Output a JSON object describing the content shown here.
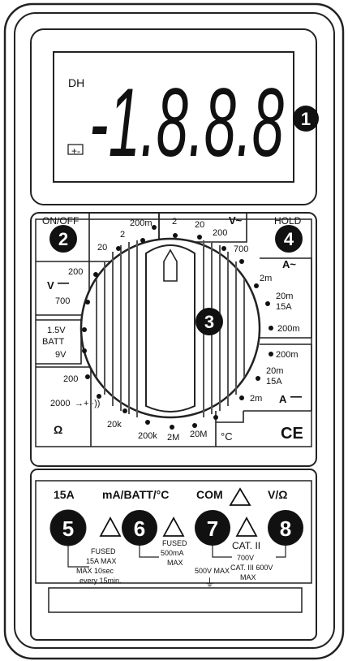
{
  "display": {
    "dh": "DH",
    "digits": "-1.8.8.8",
    "battery_symbol": "+-",
    "callout": "1"
  },
  "top_labels": {
    "on_off": "ON/OFF",
    "hold": "HOLD"
  },
  "callouts": {
    "power": "2",
    "dial": "3",
    "hold": "4",
    "jack_15a": "5",
    "jack_ma": "6",
    "jack_com": "7",
    "jack_v": "8"
  },
  "dial": {
    "dcv": {
      "symbol": "V",
      "ranges": [
        "200m",
        "2",
        "20",
        "200",
        "700"
      ]
    },
    "acv": {
      "symbol": "V~",
      "ranges": [
        "2",
        "20",
        "200",
        "700"
      ]
    },
    "aca": {
      "symbol": "A~",
      "ranges": [
        "2m",
        "20m",
        "15A",
        "200m"
      ]
    },
    "dca": {
      "symbol": "A",
      "ranges": [
        "200m",
        "20m",
        "15A",
        "2m"
      ]
    },
    "batt": {
      "ranges": [
        "1.5V",
        "BATT",
        "9V"
      ]
    },
    "ohm": {
      "symbol": "Ω",
      "ranges": [
        "200",
        "2000",
        "20k",
        "200k",
        "2M",
        "20M"
      ]
    },
    "temp": "°C",
    "ce": "CE"
  },
  "jacks": {
    "j15a": {
      "label": "15A",
      "note": [
        "FUSED",
        "15A MAX"
      ]
    },
    "jma": {
      "label": "mA/BATT/°C",
      "note": [
        "FUSED",
        "500mA",
        "MAX"
      ]
    },
    "jcom": {
      "label": "COM",
      "note": [
        "500V MAX"
      ]
    },
    "jv": {
      "label": "V/Ω",
      "cat": "CAT. II",
      "note": [
        "700V",
        "CAT. III 600V",
        "MAX"
      ]
    },
    "timing": [
      "MAX 10sec",
      "every 15min."
    ]
  }
}
